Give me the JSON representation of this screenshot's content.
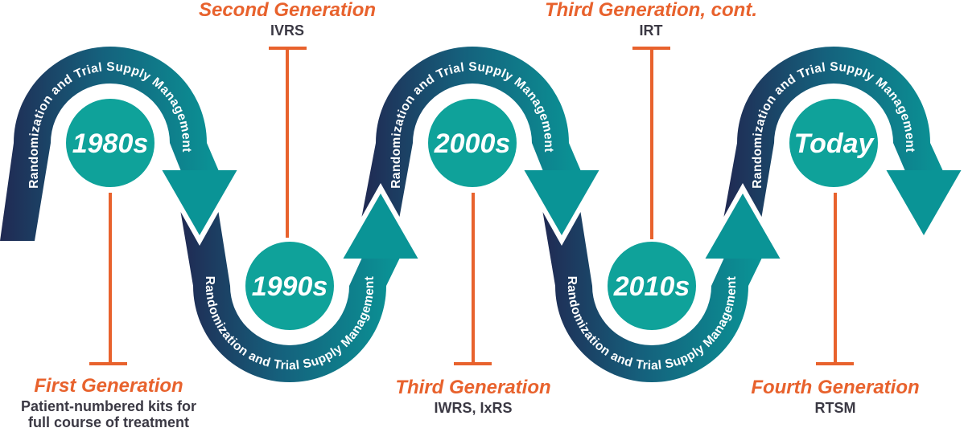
{
  "milestones": [
    {
      "era": "1980s",
      "band_label": "Randomization and Trial Supply Management"
    },
    {
      "era": "1990s",
      "band_label": "Randomization and Trial Supply Management"
    },
    {
      "era": "2000s",
      "band_label": "Randomization and Trial Supply Management"
    },
    {
      "era": "2010s",
      "band_label": "Randomization and Trial Supply Management"
    },
    {
      "era": "Today",
      "band_label": "Randomization and Trial Supply Management"
    }
  ],
  "generations": [
    {
      "name": "First Generation",
      "details": [
        "Patient-numbered kits for",
        "full course of treatment"
      ],
      "position": "bottom"
    },
    {
      "name": "Second Generation",
      "details": [
        "IVRS"
      ],
      "position": "top"
    },
    {
      "name": "Third Generation",
      "details": [
        "IWRS, IxRS"
      ],
      "position": "bottom"
    },
    {
      "name": "Third Generation, cont.",
      "details": [
        "IRT"
      ],
      "position": "top"
    },
    {
      "name": "Fourth Generation",
      "details": [
        "RTSM"
      ],
      "position": "bottom"
    }
  ],
  "colors": {
    "arc_gradient_navy": "#202A53",
    "arc_gradient_mid": "#15607C",
    "arc_gradient_teal": "#0A9496",
    "era_circle_teal": "#0FA29A",
    "accent_orange": "#E8622D",
    "detail_text": "#3B3944",
    "arc_text": "#FFFFFF"
  }
}
